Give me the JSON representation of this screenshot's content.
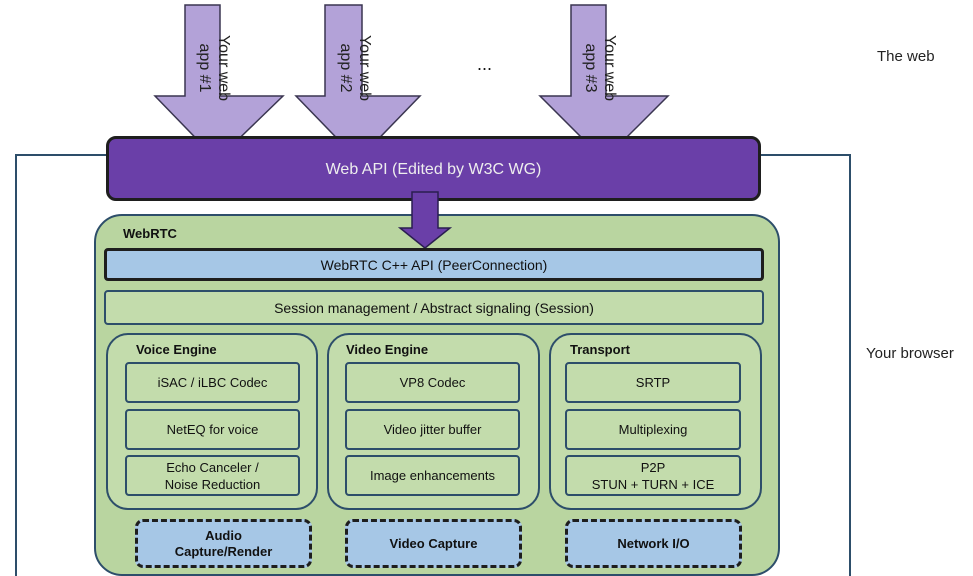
{
  "side_labels": {
    "web": "The web",
    "browser": "Your browser"
  },
  "apps": [
    {
      "label": "Your web\napp #1"
    },
    {
      "label": "Your web\napp #2"
    },
    {
      "label": "Your web\napp #3"
    }
  ],
  "ellipsis": "...",
  "web_api": "Web API (Edited by W3C WG)",
  "webrtc": {
    "title": "WebRTC",
    "cpp_api": "WebRTC C++ API (PeerConnection)",
    "session": "Session management / Abstract signaling (Session)",
    "voice": {
      "title": "Voice Engine",
      "items": [
        "iSAC / iLBC Codec",
        "NetEQ for voice",
        "Echo Canceler /\nNoise Reduction"
      ],
      "io": "Audio\nCapture/Render"
    },
    "video": {
      "title": "Video Engine",
      "items": [
        "VP8 Codec",
        "Video jitter buffer",
        "Image enhancements"
      ],
      "io": "Video Capture"
    },
    "transport": {
      "title": "Transport",
      "items": [
        "SRTP",
        "Multiplexing",
        "P2P\nSTUN + TURN + ICE"
      ],
      "io": "Network I/O"
    }
  },
  "colors": {
    "arrow_fill": "#b3a2d8",
    "web_api_fill": "#6a3fa8",
    "webrtc_fill": "#b9d5a0",
    "api_fill": "#a6c7e6",
    "outline": "#2d4e6a"
  }
}
